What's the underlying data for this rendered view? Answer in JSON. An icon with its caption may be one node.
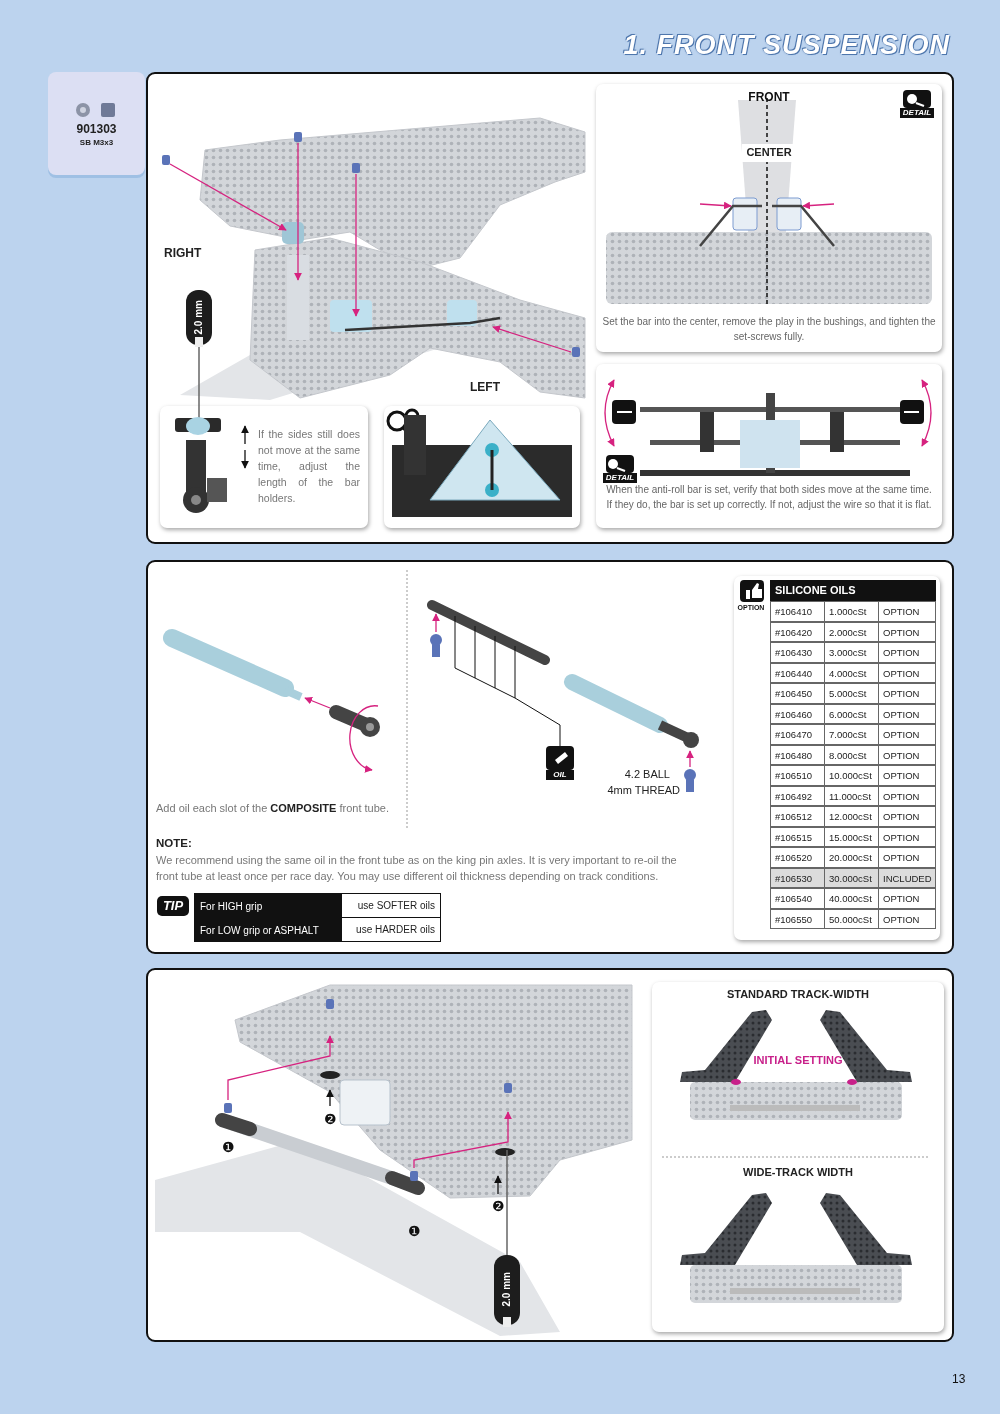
{
  "diagram": {
    "title": "1. FRONT SUSPENSION",
    "nodes": [
      {
        "text": [
          "901303",
          "SB M3x3"
        ]
      },
      {
        "text": [],
        "shape": "box"
      },
      {
        "text": [
          "If the sides still does not move at the same time, adjust the length of the bar holders."
        ],
        "in": 1
      },
      {
        "text": [],
        "shape": "picture",
        "in": 1
      },
      {
        "text": [
          "FRONT",
          "CENTER",
          "Set the bar into the center, remove the play in the bushings, and tighten the set-screws fully."
        ],
        "in": 1
      },
      {
        "text": [
          "When the anti-roll bar is set, verify that both sides move at the same time. If they do, the bar is set up correctly. If not, adjust the wire so that it is flat."
        ],
        "in": 1
      },
      {
        "text": [],
        "shape": "box"
      },
      {
        "text": [],
        "shape": "box",
        "in": 6
      },
      {
        "text": [],
        "shape": "box"
      },
      {
        "text": [
          "STANDARD TRACK-WIDTH",
          "INITIAL SETTING",
          "WIDE-TRACK WIDTH"
        ],
        "in": 8
      }
    ],
    "labels": [
      "RIGHT",
      "2.0 mm",
      "LEFT",
      "DETAIL",
      "DETAIL",
      "OIL",
      "4.2 BALL",
      "4mm THREAD",
      "Add oil each slot of the **COMPOSITE** front tube.",
      "NOTE:",
      "We recommend using the same oil in the front tube as on the king pin axles.  It is very important to re-oil the front tube at least once per race day. You may use different oil thickness depending on track conditions.",
      "TIP",
      "For HIGH grip",
      "use SOFTER oils",
      "For LOW grip or ASPHALT",
      "use HARDER oils",
      "OPTION",
      "SILICONE OILS",
      "#106410",
      "1.000cSt",
      "OPTION",
      "#106420",
      "2.000cSt",
      "OPTION",
      "#106430",
      "3.000cSt",
      "OPTION",
      "#106440",
      "4.000cSt",
      "OPTION",
      "#106450",
      "5.000cSt",
      "OPTION",
      "#106460",
      "6.000cSt",
      "OPTION",
      "#106470",
      "7.000cSt",
      "OPTION",
      "#106480",
      "8.000cSt",
      "OPTION",
      "#106510",
      "10.000cSt",
      "OPTION",
      "#106492",
      "11.000cSt",
      "OPTION",
      "#106512",
      "12.000cSt",
      "OPTION",
      "#106515",
      "15.000cSt",
      "OPTION",
      "#106520",
      "20.000cSt",
      "OPTION",
      "#106530",
      "30.000cSt",
      "INCLUDED",
      "#106540",
      "40.000cSt",
      "OPTION",
      "#106550",
      "50.000cSt",
      "OPTION",
      "❷",
      "❶",
      "❷",
      "❶",
      "2.0 mm",
      "13"
    ]
  }
}
